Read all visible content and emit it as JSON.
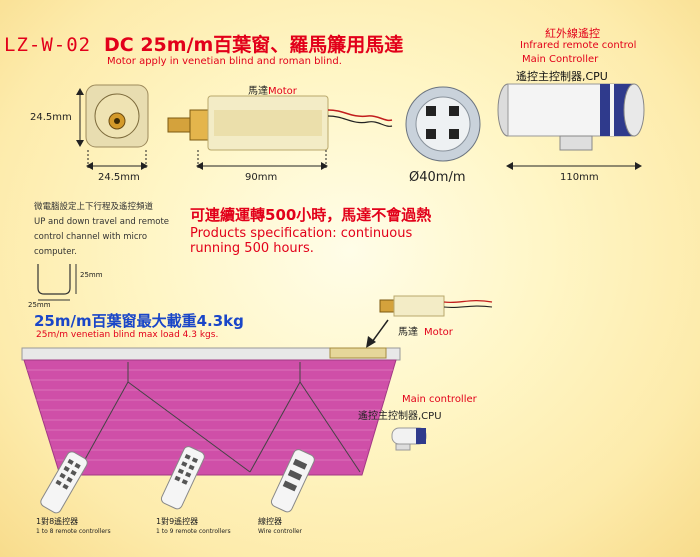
{
  "header": {
    "model": "LZ-W-02",
    "title": "DC 25m/m百葉窗、羅馬簾用馬達",
    "subtitle": "Motor apply in venetian blind and roman blind."
  },
  "motor": {
    "label_zh": "馬達",
    "label_en": "Motor",
    "dim_height": "24.5mm",
    "dim_width": "24.5mm",
    "dim_length": "90mm",
    "dim_diameter": "40m/m"
  },
  "controller": {
    "ir_title_zh": "紅外線遙控",
    "ir_title_en": "Infrared remote control",
    "main_en": "Main Controller",
    "main_zh": "遙控主控制器,CPU",
    "length": "110mm"
  },
  "note": {
    "line1": "微電腦設定上下行程及遙控頻道",
    "line2": "UP and down travel and remote",
    "line3": "control channel with micro",
    "line4": "computer.",
    "track_w": "25mm",
    "track_h": "25mm"
  },
  "spec": {
    "zh": "可連續運轉500小時，馬達不會過熱",
    "en": "Products specification: continuous running 500 hours."
  },
  "load": {
    "zh": "25m/m百葉窗最大載重4.3kg",
    "en": "25m/m venetian  blind max load 4.3 kgs."
  },
  "lower": {
    "motor_zh": "馬達",
    "motor_en": "Motor",
    "main_en": "Main controller",
    "main_zh": "遙控主控制器,CPU"
  },
  "remotes": [
    {
      "zh": "1對8遙控器",
      "en": "1 to 8 remote controllers"
    },
    {
      "zh": "1對9遙控器",
      "en": "1 to 9 remote controllers"
    },
    {
      "zh": "線控器",
      "en": "Wire controller"
    }
  ],
  "colors": {
    "accent_red": "#e2001a",
    "load_blue": "#1a46c8",
    "blind_pink": "#cf4fa8"
  }
}
